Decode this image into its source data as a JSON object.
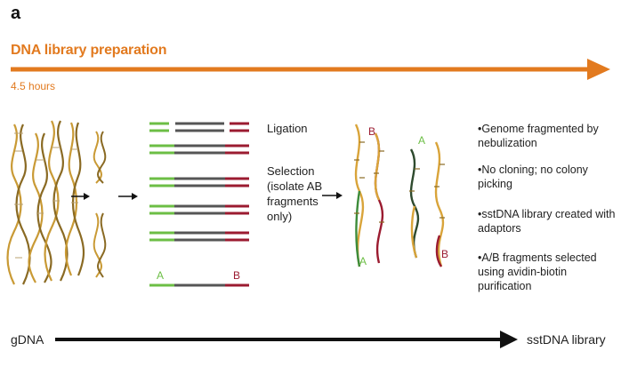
{
  "panel_letter": "a",
  "section_title": "DNA library preparation",
  "duration": "4.5 hours",
  "steps": {
    "ligation": "Ligation",
    "selection": "Selection (isolate AB fragments only)"
  },
  "adaptor_labels": {
    "a": "A",
    "b": "B"
  },
  "bullets": [
    "•Genome fragmented by nebulization",
    "•No cloning; no colony picking",
    "•sstDNA library created with adaptors",
    "•A/B fragments selected using avidin-biotin purification"
  ],
  "axis": {
    "start_label": "gDNA",
    "end_label": "sstDNA library"
  },
  "colors": {
    "orange": "#e27a1f",
    "adaptor_a": "#6cbe45",
    "adaptor_b": "#9b1b30",
    "fragment": "#555555",
    "dna": "#d9a43a"
  },
  "icons": [
    "right-arrow-icon",
    "dna-helix-icon"
  ]
}
